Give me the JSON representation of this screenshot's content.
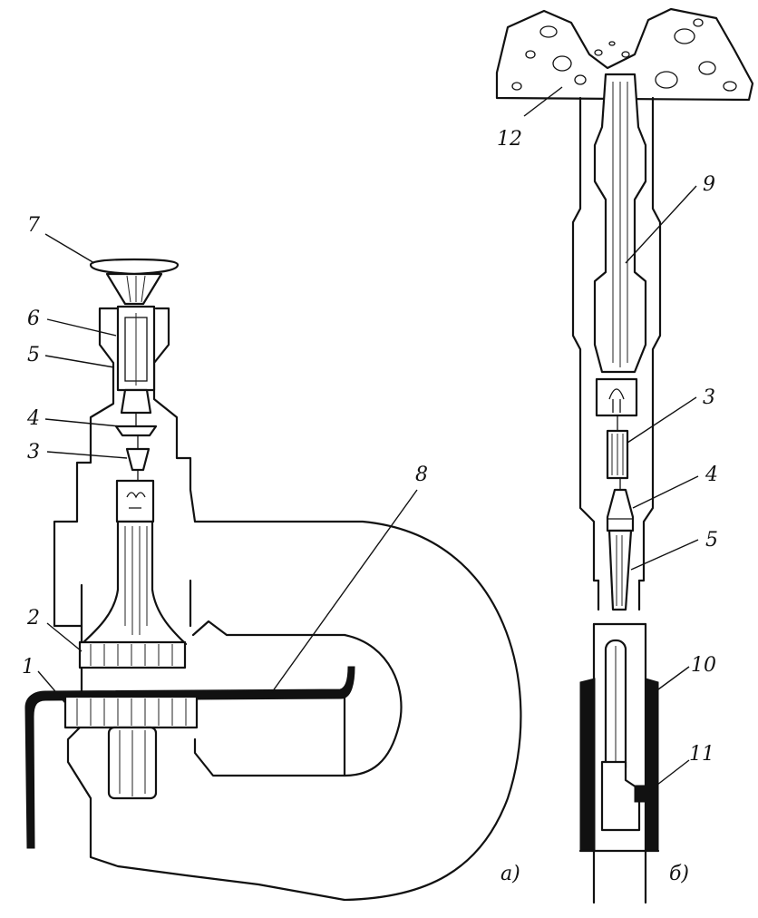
{
  "figure": {
    "part_labels": {
      "l1": "1",
      "l2": "2",
      "l3a": "3",
      "l4a": "4",
      "l5a": "5",
      "l6": "6",
      "l7": "7",
      "l8": "8",
      "l9": "9",
      "l3b": "3",
      "l4b": "4",
      "l5b": "5",
      "l10": "10",
      "l11": "11",
      "l12": "12"
    },
    "panel_labels": {
      "a": "а)",
      "b": "б)"
    }
  }
}
